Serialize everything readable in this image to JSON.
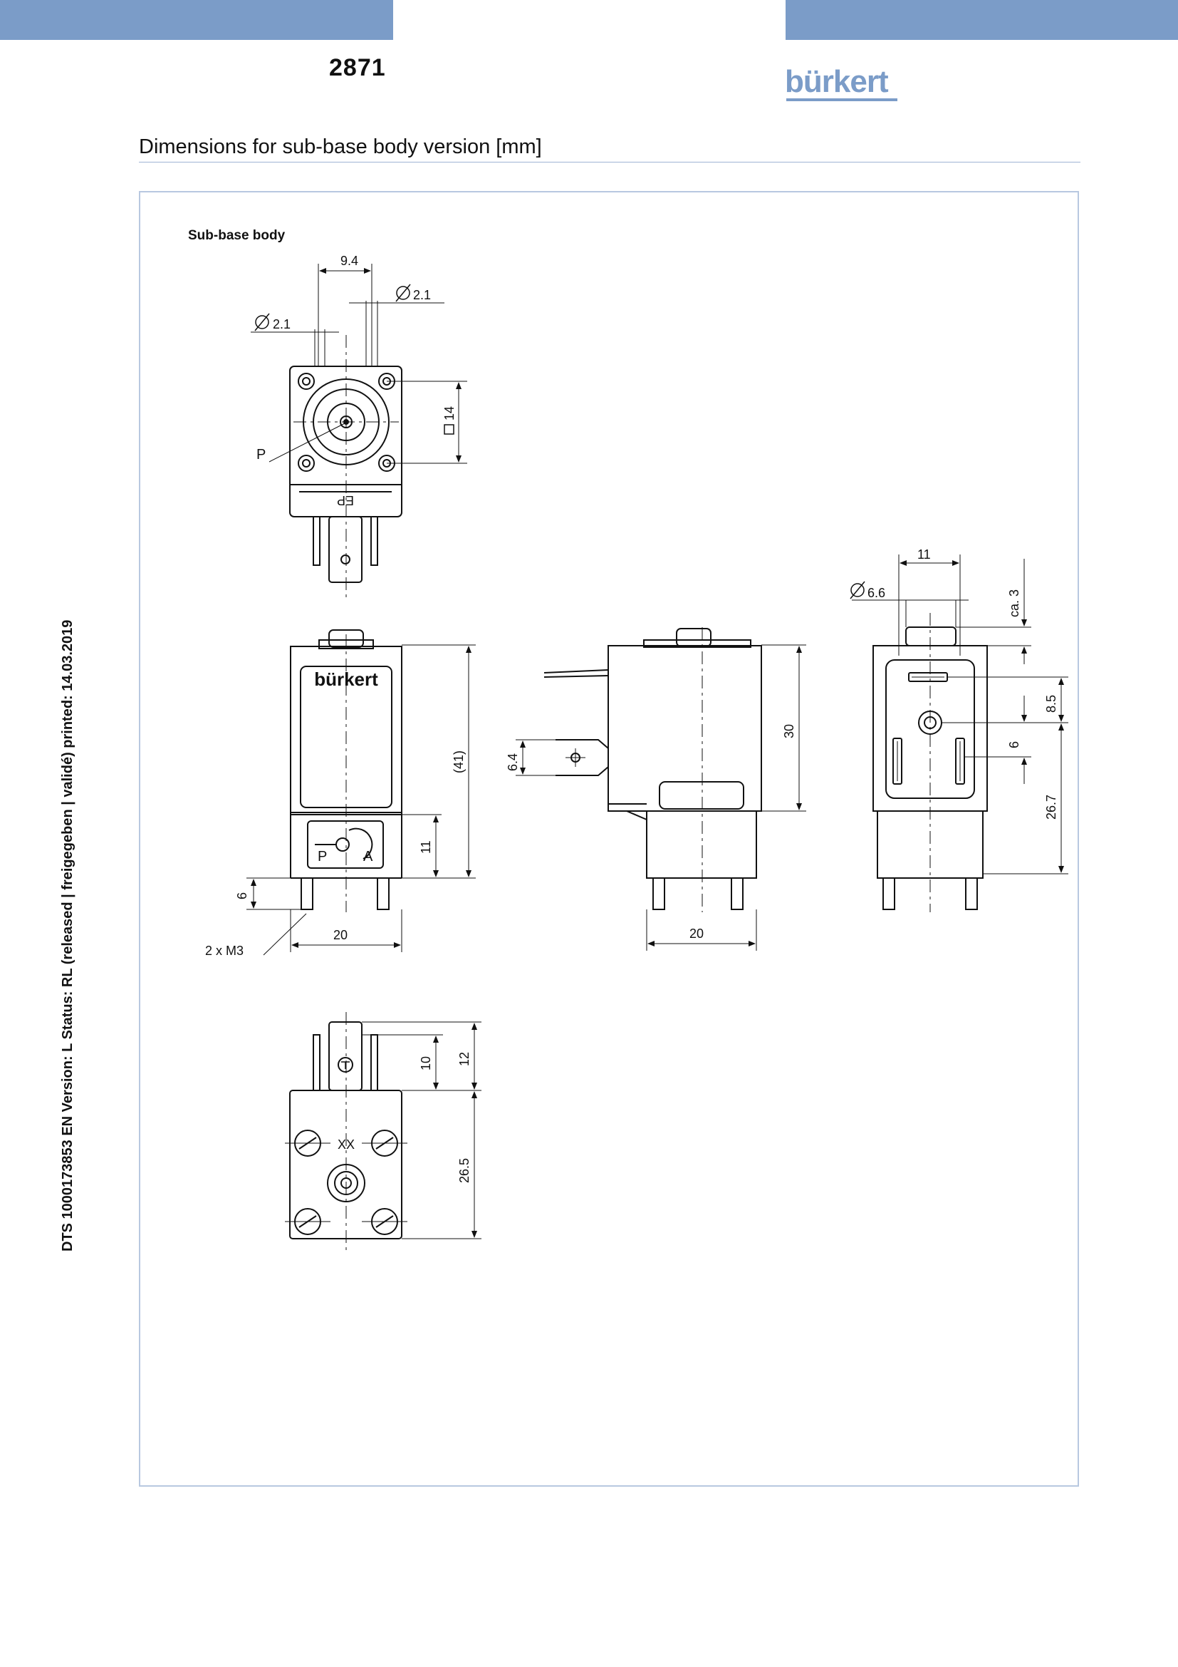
{
  "header": {
    "doc_number": "2871",
    "brand": "bürkert"
  },
  "section": {
    "title": "Dimensions for sub-base body version [mm]",
    "subtitle": "Sub-base body"
  },
  "side_note": "DTS 1000173853  EN  Version: L  Status: RL (released | freigegeben | validé)  printed: 14.03.2019",
  "colors": {
    "bar": "#7b9cc8",
    "frame": "#b8c8e0"
  },
  "drawing": {
    "top_view": {
      "dim_pitch": "9.4",
      "dim_dia_right": "2.1",
      "dim_dia_left": "2.1",
      "dim_square": "14",
      "port_label": "P"
    },
    "front_view": {
      "brand_mark": "bürkert",
      "dim_height": "(41)",
      "dim_lower": "11",
      "dim_pin": "6",
      "dim_width": "20",
      "thread_label": "2 x M3",
      "port_p": "P",
      "port_a": "A"
    },
    "side_view": {
      "dim_height": "30",
      "dim_tab": "6.4",
      "dim_width": "20"
    },
    "connector_view": {
      "dim_width": "11",
      "dim_dia": "6.6",
      "dim_top": "ca. 3",
      "dim_a": "8.5",
      "dim_b": "6",
      "dim_c": "26.7"
    },
    "bottom_view": {
      "dim_10": "10",
      "dim_12": "12",
      "dim_26_5": "26.5",
      "marking": "XX"
    }
  }
}
